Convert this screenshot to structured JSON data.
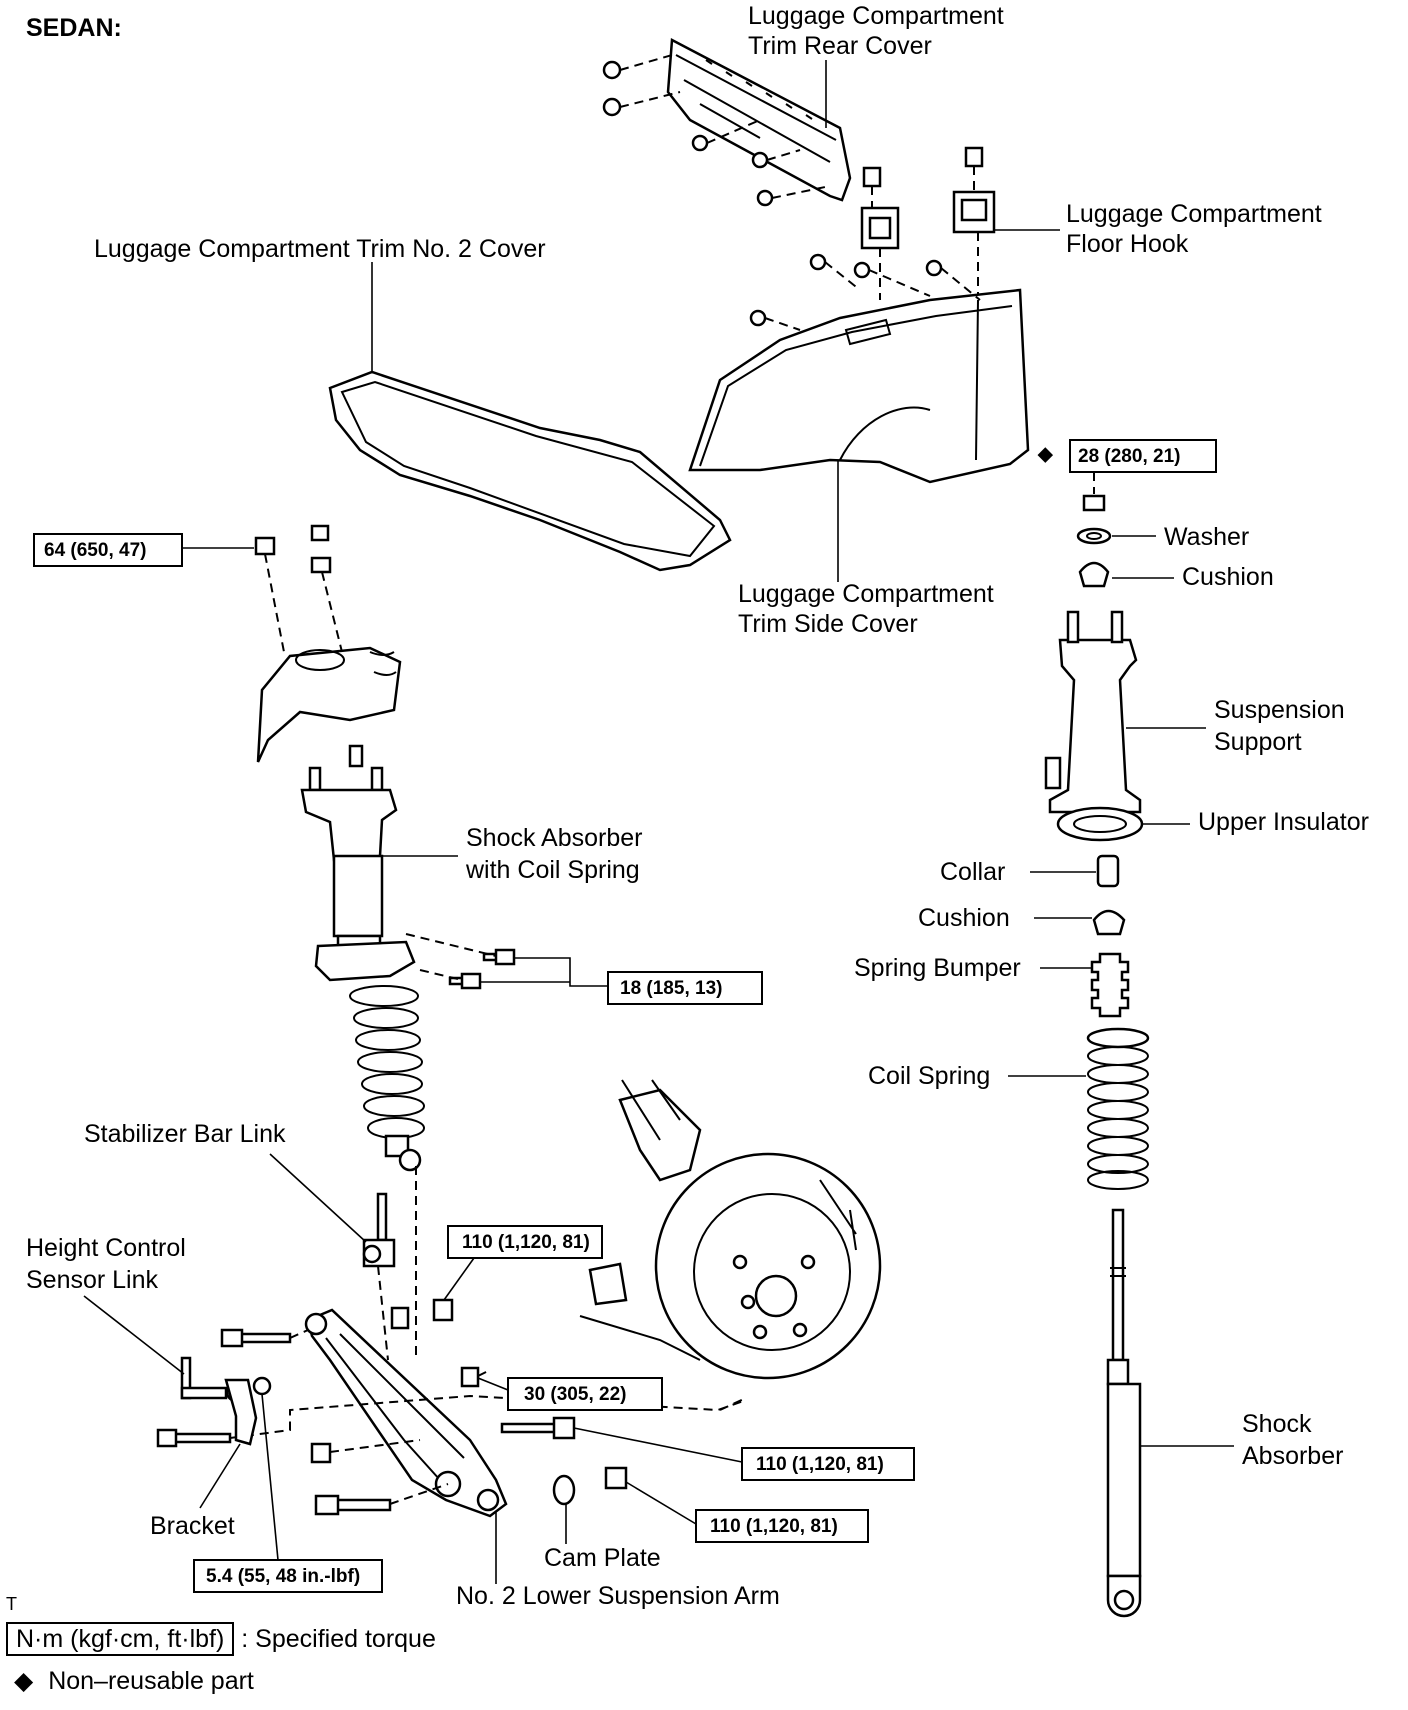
{
  "title": "SEDAN:",
  "labels": {
    "trim_rear_cover": [
      "Luggage Compartment",
      "Trim Rear Cover"
    ],
    "floor_hook": [
      "Luggage Compartment",
      "Floor Hook"
    ],
    "trim_no2_cover": "Luggage Compartment Trim No. 2 Cover",
    "trim_side_cover": [
      "Luggage Compartment",
      "Trim Side Cover"
    ],
    "washer": "Washer",
    "cushion_upper": "Cushion",
    "suspension_support": [
      "Suspension",
      "Support"
    ],
    "upper_insulator": "Upper Insulator",
    "collar": "Collar",
    "cushion_lower": "Cushion",
    "spring_bumper": "Spring Bumper",
    "coil_spring": "Coil Spring",
    "shock_with_spring": [
      "Shock Absorber",
      "with Coil Spring"
    ],
    "stabilizer_link": "Stabilizer Bar Link",
    "height_sensor_link": [
      "Height Control",
      "Sensor Link"
    ],
    "bracket": "Bracket",
    "cam_plate": "Cam Plate",
    "lower_arm": "No. 2 Lower Suspension Arm",
    "shock_absorber": [
      "Shock",
      "Absorber"
    ]
  },
  "torques": {
    "t28": "28 (280, 21)",
    "t64": "64 (650, 47)",
    "t18": "18 (185, 13)",
    "t110_a": "110 (1,120, 81)",
    "t30": "30 (305, 22)",
    "t110_b": "110 (1,120, 81)",
    "t110_c": "110 (1,120, 81)",
    "t54": "5.4 (55, 48 in.-lbf)"
  },
  "non_reusable_symbol": "◆",
  "corner_mark": "T",
  "legend": {
    "torque_unit": "N·m (kgf·cm, ft·lbf)",
    "torque_desc": ": Specified torque",
    "non_reusable_symbol": "◆",
    "non_reusable_desc": "Non–reusable part"
  }
}
